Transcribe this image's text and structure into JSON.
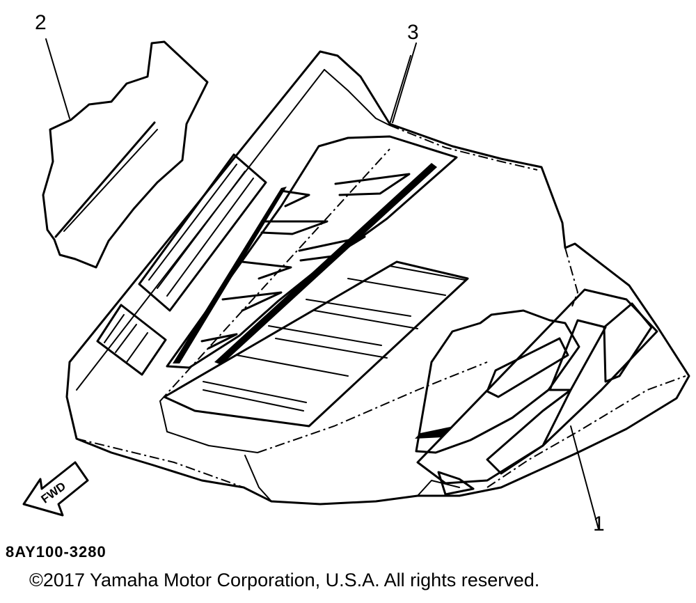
{
  "callouts": {
    "part_1": "1",
    "part_2": "2",
    "part_3": "3"
  },
  "fwd_arrow_label": "FWD",
  "part_code": "8AY100-3280",
  "copyright": "©2017 Yamaha Motor Corporation, U.S.A. All rights reserved."
}
